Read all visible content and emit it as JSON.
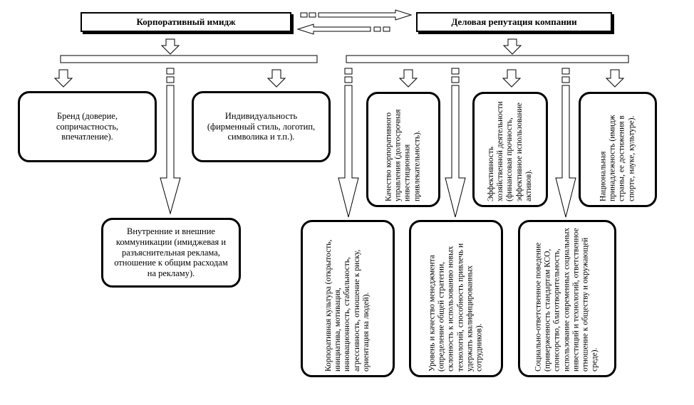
{
  "headers": {
    "corporate_image": "Корпоративный имидж",
    "business_reputation": "Деловая репутация компании"
  },
  "image_children": {
    "brand": "Бренд (доверие, сопричастность, впечатление).",
    "individuality": "Индивидуальность (фирменный стиль, логотип, символика и т.п.).",
    "communications": "Внутренние и внешние коммуникации (имиджевая и разъяснительная реклама, отношение к общим расходам на рекламу)."
  },
  "reputation_children": {
    "governance": "Качество корпоративного управления (долгосрочная инвестиционная привлекательность).",
    "efficiency": "Эффективность хозяйственной деятельности (финансовая прочность, эффективное использование активов).",
    "nationality": "Национальная принадлежность (имидж страны, ее достижения в спорте, науке, культуре).",
    "culture": "Корпоративная культура (открытость, инициатива, мотивация, инновационность, стабильность, агрессивность, отношение к риску, ориентация на людей).",
    "management": "Уровень и качество менеджмента (определение общей стратегии, склонность к использованию новых технологий, способность привлечь и удержать квалифицированных сотрудников).",
    "social": "Социально-ответственное поведение (приверженность стандартам КСО, спонсорство, благотворительность, использование современных социальных инвестиций и технологий, ответственное отношение к обществу и окружающей среде)."
  },
  "colors": {
    "stroke": "#000000",
    "background": "#ffffff"
  }
}
